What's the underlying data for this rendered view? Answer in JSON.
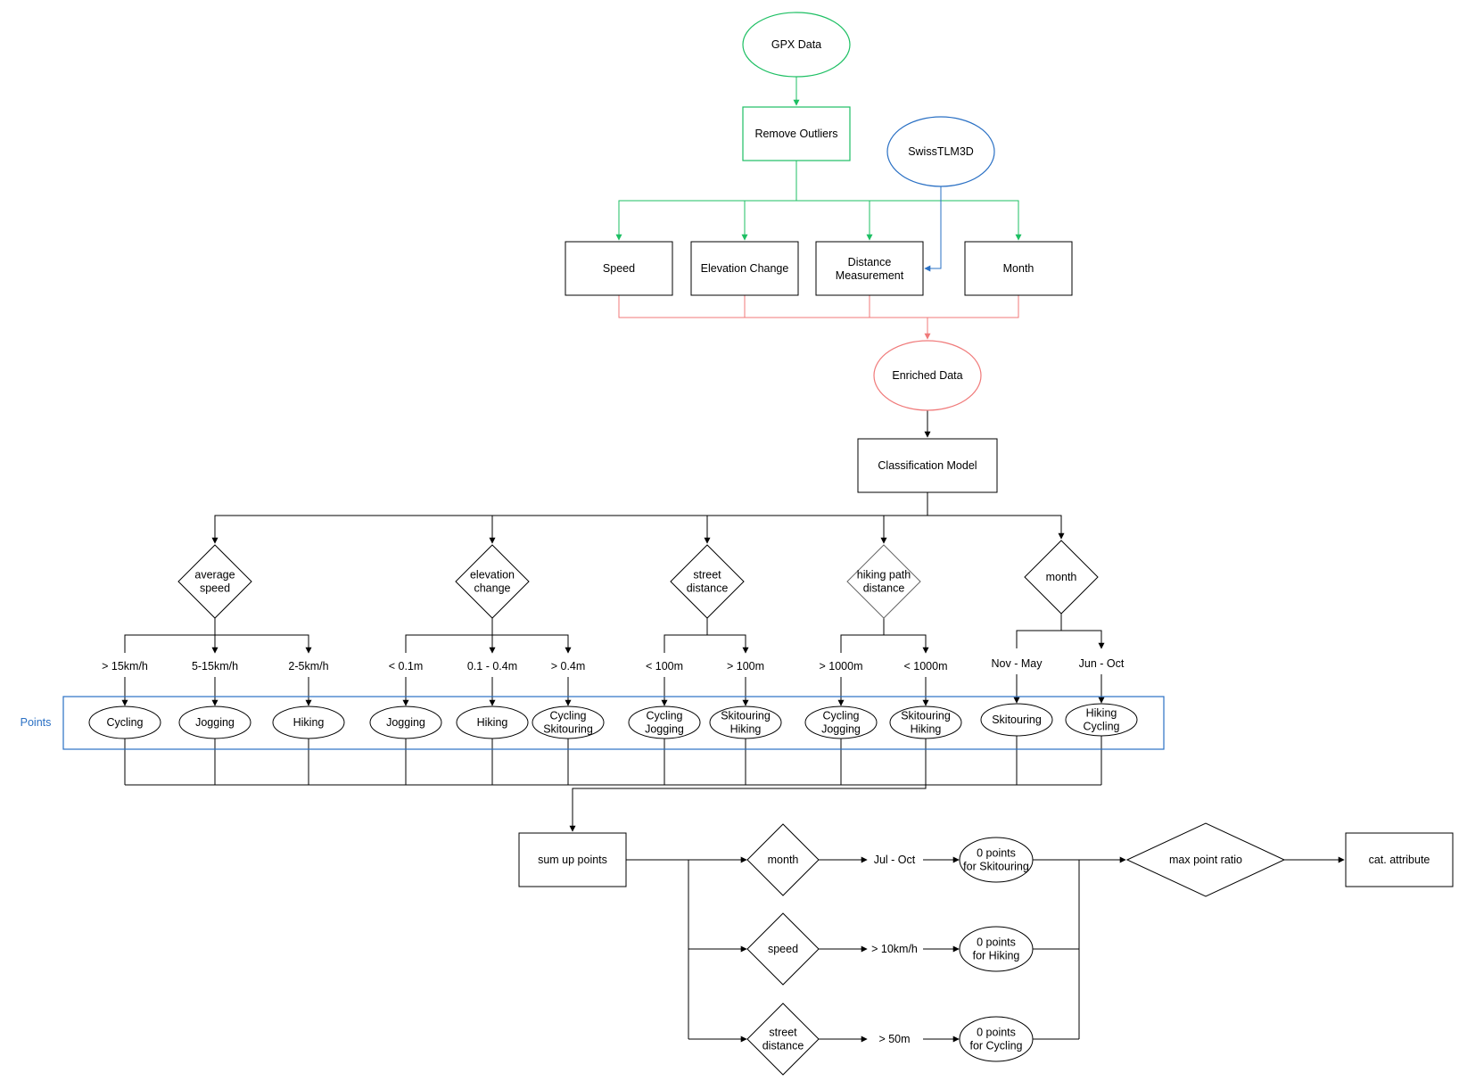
{
  "colors": {
    "green": "#1dbf63",
    "blue": "#2a70c4",
    "red": "#f07a7a",
    "black": "#000000"
  },
  "nodes": {
    "gpx": "GPX Data",
    "remove_outliers": "Remove Outliers",
    "swisstlm3d": "SwissTLM3D",
    "speed": "Speed",
    "elevation_change": "Elevation Change",
    "distance_measurement": [
      "Distance",
      "Measurement"
    ],
    "month_box": "Month",
    "enriched": "Enriched Data",
    "classification": "Classification Model",
    "sum_up": "sum up points",
    "max_ratio": "max point ratio",
    "cat_attribute": "cat. attribute"
  },
  "group_label": "Points",
  "criteria": [
    {
      "name": [
        "average",
        "speed"
      ],
      "branches": [
        {
          "condition": "> 15km/h",
          "points": [
            "Cycling"
          ]
        },
        {
          "condition": "5-15km/h",
          "points": [
            "Jogging"
          ]
        },
        {
          "condition": "2-5km/h",
          "points": [
            "Hiking"
          ]
        }
      ]
    },
    {
      "name": [
        "elevation",
        "change"
      ],
      "branches": [
        {
          "condition": "< 0.1m",
          "points": [
            "Jogging"
          ]
        },
        {
          "condition": "0.1 - 0.4m",
          "points": [
            "Hiking"
          ]
        },
        {
          "condition": "> 0.4m",
          "points": [
            "Cycling",
            "Skitouring"
          ]
        }
      ]
    },
    {
      "name": [
        "street",
        "distance"
      ],
      "branches": [
        {
          "condition": "< 100m",
          "points": [
            "Cycling",
            "Jogging"
          ]
        },
        {
          "condition": "> 100m",
          "points": [
            "Skitouring",
            "Hiking"
          ]
        }
      ]
    },
    {
      "name": [
        "hiking path",
        "distance"
      ],
      "branches": [
        {
          "condition": "> 1000m",
          "points": [
            "Cycling",
            "Jogging"
          ]
        },
        {
          "condition": "< 1000m",
          "points": [
            "Skitouring",
            "Hiking"
          ]
        }
      ]
    },
    {
      "name": [
        "month"
      ],
      "branches": [
        {
          "condition": "Nov - May",
          "points": [
            "Skitouring"
          ]
        },
        {
          "condition": "Jun - Oct",
          "points": [
            "Hiking",
            "Cycling"
          ]
        }
      ]
    }
  ],
  "filters": [
    {
      "name": [
        "month"
      ],
      "condition": "Jul - Oct",
      "result": [
        "0 points",
        "for Skitouring"
      ]
    },
    {
      "name": [
        "speed"
      ],
      "condition": "> 10km/h",
      "result": [
        "0 points",
        "for Hiking"
      ]
    },
    {
      "name": [
        "street",
        "distance"
      ],
      "condition": "> 50m",
      "result": [
        "0 points",
        "for Cycling"
      ]
    }
  ]
}
